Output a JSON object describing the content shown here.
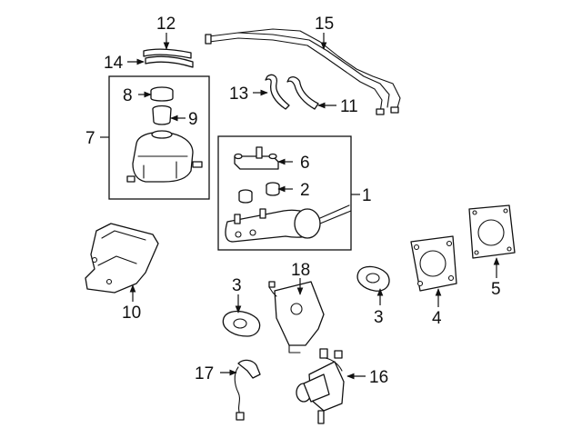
{
  "callouts": [
    {
      "id": "1",
      "label": "1"
    },
    {
      "id": "2",
      "label": "2"
    },
    {
      "id": "3a",
      "label": "3"
    },
    {
      "id": "3b",
      "label": "3"
    },
    {
      "id": "4",
      "label": "4"
    },
    {
      "id": "5",
      "label": "5"
    },
    {
      "id": "6",
      "label": "6"
    },
    {
      "id": "7",
      "label": "7"
    },
    {
      "id": "8",
      "label": "8"
    },
    {
      "id": "9",
      "label": "9"
    },
    {
      "id": "10",
      "label": "10"
    },
    {
      "id": "11",
      "label": "11"
    },
    {
      "id": "12",
      "label": "12"
    },
    {
      "id": "13",
      "label": "13"
    },
    {
      "id": "14",
      "label": "14"
    },
    {
      "id": "15",
      "label": "15"
    },
    {
      "id": "16",
      "label": "16"
    },
    {
      "id": "17",
      "label": "17"
    },
    {
      "id": "18",
      "label": "18"
    }
  ]
}
